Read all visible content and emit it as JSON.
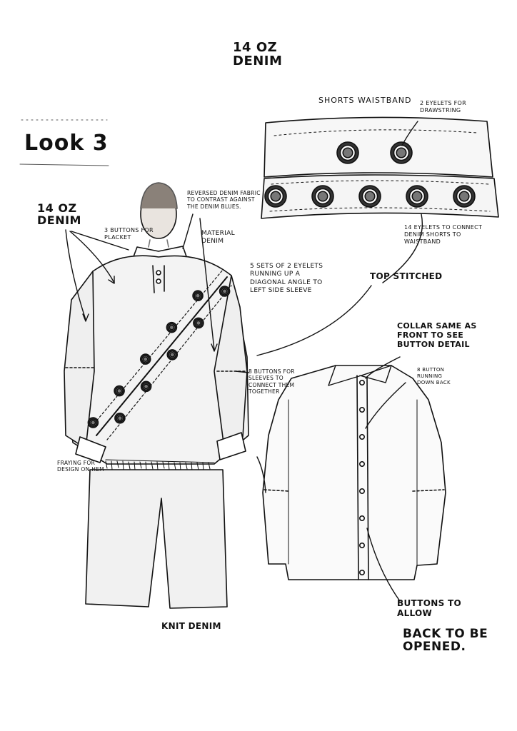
{
  "title": "Look 3",
  "waistband": {
    "fabric": "14 oz Denim",
    "heading": "Shorts Waistband",
    "eyelets_top_note": "2 Eyelets For Drawstring",
    "eyelets_bottom_note": "14 Eyelets to connect denim shorts to waistband",
    "top_eyelet_count": 2,
    "bottom_eyelet_count": 5
  },
  "front": {
    "fabric_note": "14 oz Denim",
    "placket_note": "3 Buttons For Placket",
    "reversed_note": "Reversed Denim fabric to contrast against the denim blues.",
    "material_note": "Material Denim",
    "eyelet_sets_note": "5 Sets of 2 Eyelets running up a diagonal angle to left side sleeve",
    "sleeve_buttons_note": "8 Buttons For Sleeves to connect them together",
    "fraying_note": "Fraying For design on hem",
    "knit_note": "Knit Denim",
    "jacket_eyelet_count": 10
  },
  "back": {
    "top_stitched_note": "Top Stitched",
    "collar_note": "Collar same as front to see button detail",
    "back_buttons_note": "8 Button running down back",
    "buttons_allow_note": "Buttons to allow",
    "opened_note": "back to be opened.",
    "back_button_count": 8
  }
}
